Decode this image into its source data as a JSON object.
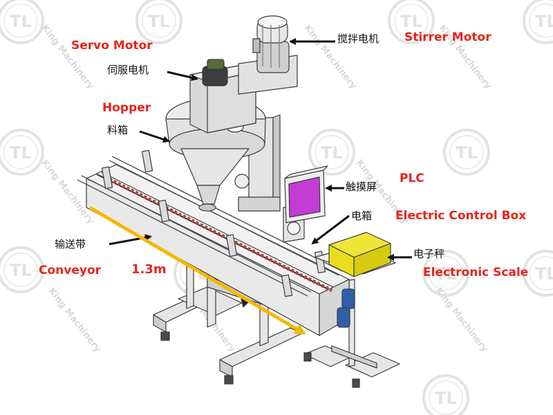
{
  "labels": {
    "servo_en": "Servo Motor",
    "servo_cn": "伺服电机",
    "hopper_en": "Hopper",
    "hopper_cn": "料箱",
    "stirrer_cn": "搅拌电机",
    "stirrer_en": "Stirrer Motor",
    "plc_en": "PLC",
    "plc_cn": "触摸屏",
    "ecb_cn": "电箱",
    "ecb_en": "Electric Control Box",
    "scale_cn": "电子秤",
    "scale_en": "Electronic Scale",
    "conveyor_cn": "输送带",
    "conveyor_en": "Conveyor",
    "conveyor_length": "1.3m"
  },
  "watermark": {
    "text": "King Machinery",
    "logo_letters": "TL"
  },
  "colors": {
    "label_red": "#e8231b",
    "label_black": "#111111",
    "dimension_arrow": "#f5b800",
    "touchscreen": "#c43bd6",
    "scale_box": "#e9de1c",
    "motor_blue": "#2e5fa8",
    "chain_red": "#b0453d",
    "machine_gray": "#d8d8d8"
  }
}
